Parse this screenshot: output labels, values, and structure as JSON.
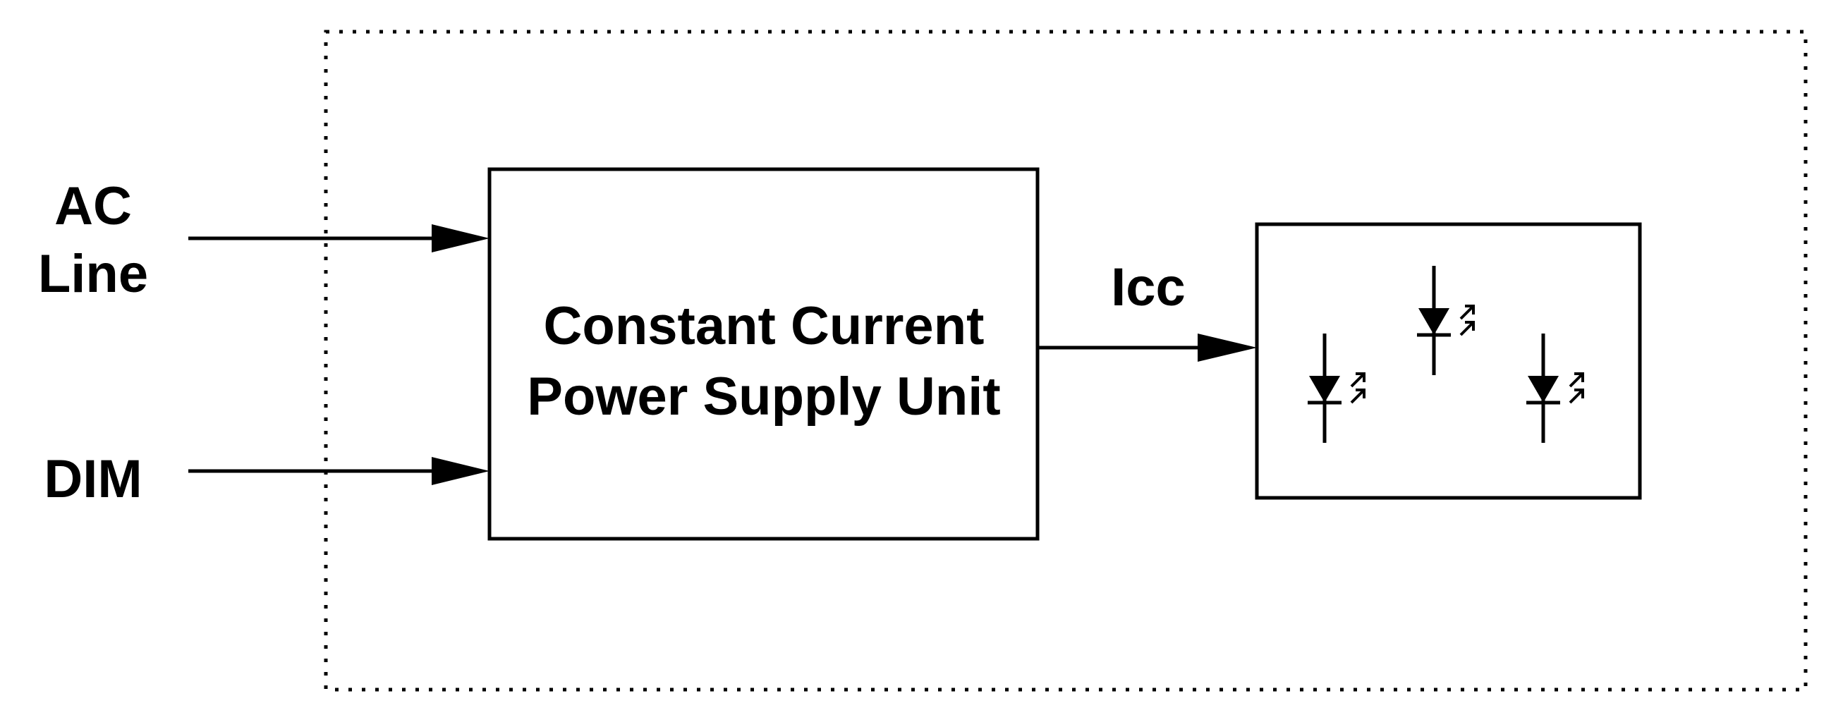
{
  "inputs": {
    "ac_line": [
      "AC",
      "Line"
    ],
    "dim": "DIM"
  },
  "power_supply": {
    "title_lines": [
      "Constant Current",
      "Power Supply Unit"
    ]
  },
  "output_signal": {
    "label": "Icc"
  },
  "led_array": {
    "led_count": 3
  },
  "colors": {
    "stroke": "#000000",
    "background": "#ffffff"
  }
}
